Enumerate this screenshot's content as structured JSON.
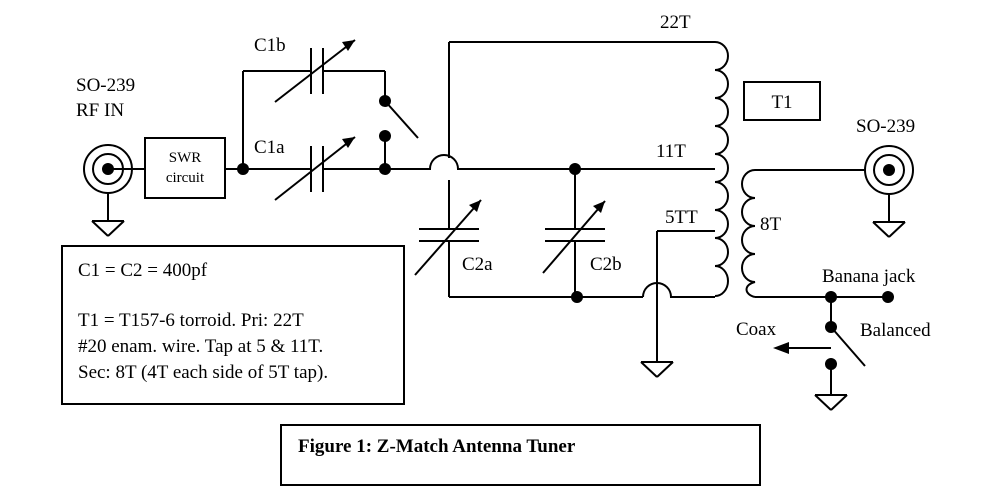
{
  "input_connector": {
    "line1": "SO-239",
    "line2": "RF IN"
  },
  "output_connector": {
    "label": "SO-239"
  },
  "swr_box": {
    "line1": "SWR",
    "line2": "circuit"
  },
  "capacitors": {
    "c1b": "C1b",
    "c1a": "C1a",
    "c2a": "C2a",
    "c2b": "C2b"
  },
  "transformer": {
    "box_label": "T1",
    "pri_turns": "22T",
    "tap_11": "11T",
    "tap_5": "5TT",
    "sec_turns": "8T"
  },
  "output_labels": {
    "banana": "Banana jack",
    "balanced": "Balanced",
    "coax": "Coax"
  },
  "notes": {
    "line1": "C1 = C2 = 400pf",
    "line2": "T1 = T157-6 torroid.  Pri: 22T",
    "line3": "#20 enam. wire.  Tap at 5 & 11T.",
    "line4": "Sec: 8T (4T each side of 5T tap)."
  },
  "caption": "Figure 1:  Z-Match Antenna Tuner"
}
